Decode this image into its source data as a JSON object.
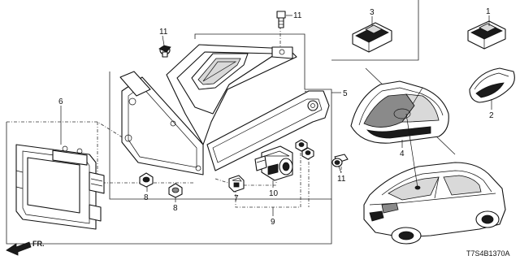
{
  "diagram": {
    "callouts": {
      "c1": "1",
      "c2": "2",
      "c3": "3",
      "c4": "4",
      "c5": "5",
      "c6": "6",
      "c7": "7",
      "c8a": "8",
      "c8b": "8",
      "c9": "9",
      "c10": "10",
      "c11a": "11",
      "c11b": "11",
      "c11c": "11"
    },
    "direction_label": "FR.",
    "diagram_code": "T7S4B1370A"
  }
}
